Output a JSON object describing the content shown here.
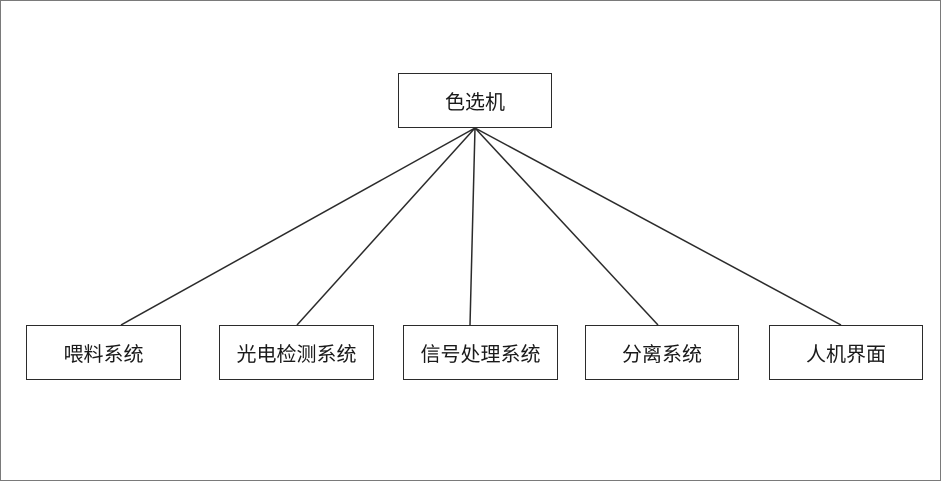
{
  "diagram": {
    "root": {
      "label": "色选机"
    },
    "children": [
      {
        "label": "喂料系统"
      },
      {
        "label": "光电检测系统"
      },
      {
        "label": "信号处理系统"
      },
      {
        "label": "分离系统"
      },
      {
        "label": "人机界面"
      }
    ],
    "colors": {
      "line": "#2b2b2b",
      "border": "#2b2b2b",
      "text": "#1a1a1a",
      "frame": "#7a7a7a"
    }
  }
}
